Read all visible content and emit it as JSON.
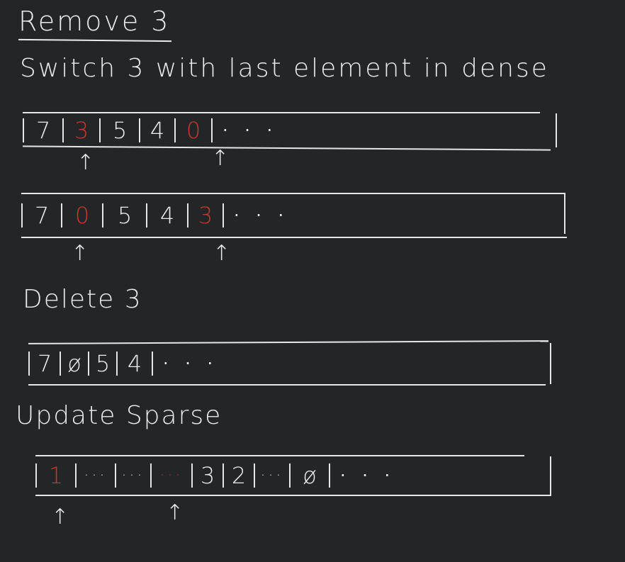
{
  "texts": {
    "title": "Remove 3",
    "subtitle": "Switch 3 with last element in dense",
    "delete_label": "Delete 3",
    "update_label": "Update Sparse"
  },
  "colors": {
    "background": "#242526",
    "ink": "#ebebeb",
    "highlight": "#c4392c"
  },
  "arrow_glyph": "↑",
  "rows": [
    {
      "cells": [
        {
          "text": "7",
          "red": false
        },
        {
          "text": "3",
          "red": true
        },
        {
          "text": "5",
          "red": false
        },
        {
          "text": "4",
          "red": false
        },
        {
          "text": "0",
          "red": true
        }
      ],
      "tail": "· · ·"
    },
    {
      "cells": [
        {
          "text": "7",
          "red": false
        },
        {
          "text": "0",
          "red": true
        },
        {
          "text": "5",
          "red": false
        },
        {
          "text": "4",
          "red": false
        },
        {
          "text": "3",
          "red": true
        }
      ],
      "tail": "· · ·"
    },
    {
      "cells": [
        {
          "text": "7",
          "red": false
        },
        {
          "text": "ø",
          "red": false
        },
        {
          "text": "5",
          "red": false
        },
        {
          "text": "4",
          "red": false
        }
      ],
      "tail": "· · ·"
    },
    {
      "cells": [
        {
          "text": "1",
          "red": true
        },
        {
          "text": "···",
          "red": false
        },
        {
          "text": "···",
          "red": false
        },
        {
          "text": "···",
          "red": true
        },
        {
          "text": "3",
          "red": false
        },
        {
          "text": "2",
          "red": false
        },
        {
          "text": "···",
          "red": false
        },
        {
          "text": "ø",
          "red": false
        }
      ],
      "tail": "· · ·"
    }
  ]
}
